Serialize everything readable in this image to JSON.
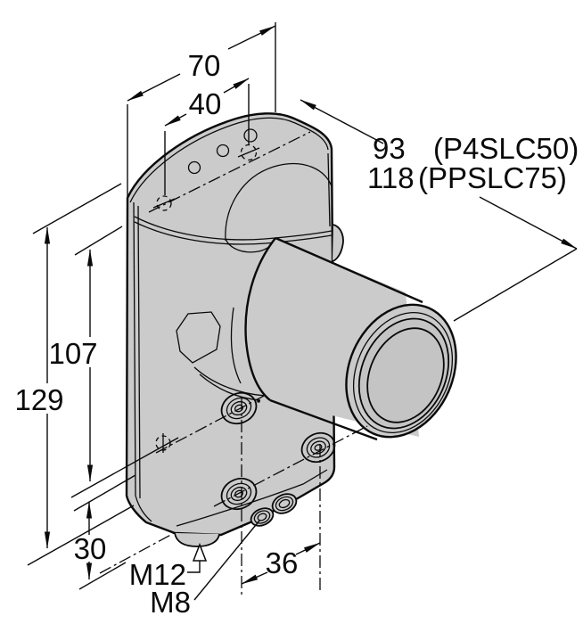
{
  "figure": {
    "type": "technical-dimension-drawing",
    "subject": "Photoelectric sensor with lens barrel, isometric outline drawing with dimensions",
    "colors": {
      "body_fill": "#cbcbcb",
      "line": "#0a0a0a",
      "lens_highlight": "#fdfdfd",
      "lens_shade": "#e3e3e3",
      "background": "#ffffff"
    },
    "dimensions": {
      "width_top": "70",
      "hole_spacing_top": "40",
      "depth_value_a": "93",
      "depth_model_a": "(P4SLC50)",
      "depth_value_b": "118",
      "depth_model_b": "(PPSLC75)",
      "overall_height": "129",
      "hole_spacing_side": "107",
      "bottom_offset": "30",
      "connector_spacing": "36",
      "connector_bottom": "M12",
      "connector_side": "M8"
    }
  }
}
